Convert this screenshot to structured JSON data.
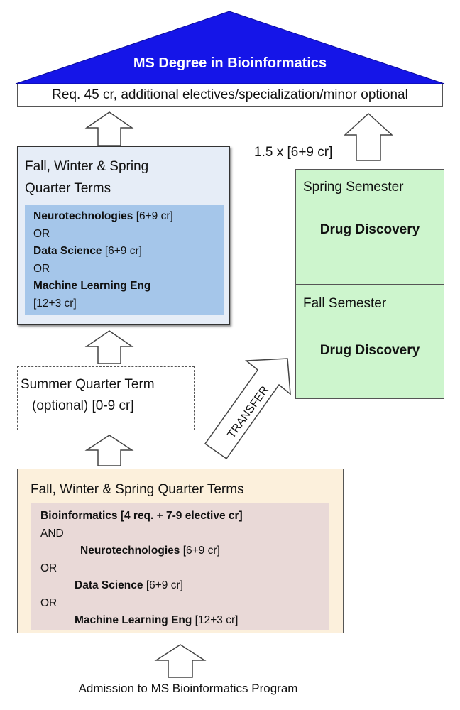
{
  "degree": {
    "title": "MS Degree in Bioinformatics",
    "requirement": "Req. 45 cr, additional electives/specialization/minor optional"
  },
  "upper_quarter": {
    "title_line1": "Fall, Winter & Spring",
    "title_line2": "Quarter Terms",
    "track1_name": "Neurotechnologies",
    "track1_credits": "[6+9 cr]",
    "or1": "OR",
    "track2_name": "Data Science",
    "track2_credits": "[6+9 cr]",
    "or2": "OR",
    "track3_name": "Machine Learning Eng",
    "track3_credits": "[12+3 cr]"
  },
  "multiplier_label": "1.5 x [6+9 cr]",
  "spring_semester": {
    "title": "Spring Semester",
    "course": "Drug Discovery"
  },
  "fall_semester": {
    "title": "Fall Semester",
    "course": "Drug Discovery"
  },
  "summer": {
    "line1": "Summer Quarter Term",
    "line2": "(optional) [0-9 cr]"
  },
  "transfer_label": "TRANSFER",
  "lower_quarter": {
    "title": "Fall, Winter & Spring Quarter Terms",
    "core": "Bioinformatics [4 req. + 7-9 elective cr]",
    "and": "AND",
    "track1_name": "Neurotechnologies",
    "track1_credits": "[6+9 cr]",
    "or1": "OR",
    "track2_name": "Data Science",
    "track2_credits": "[6+9 cr]",
    "or2": "OR",
    "track3_name": "Machine Learning Eng",
    "track3_credits": "[12+3 cr]"
  },
  "admission": "Admission to MS Bioinformatics Program",
  "colors": {
    "roof": "#1515e8",
    "upper_panel": "#e6edf7",
    "upper_inner": "#a5c6ea",
    "semester_panel": "#cdf5cd",
    "lower_panel": "#fcf0dc",
    "lower_inner": "#e9d9d7"
  }
}
